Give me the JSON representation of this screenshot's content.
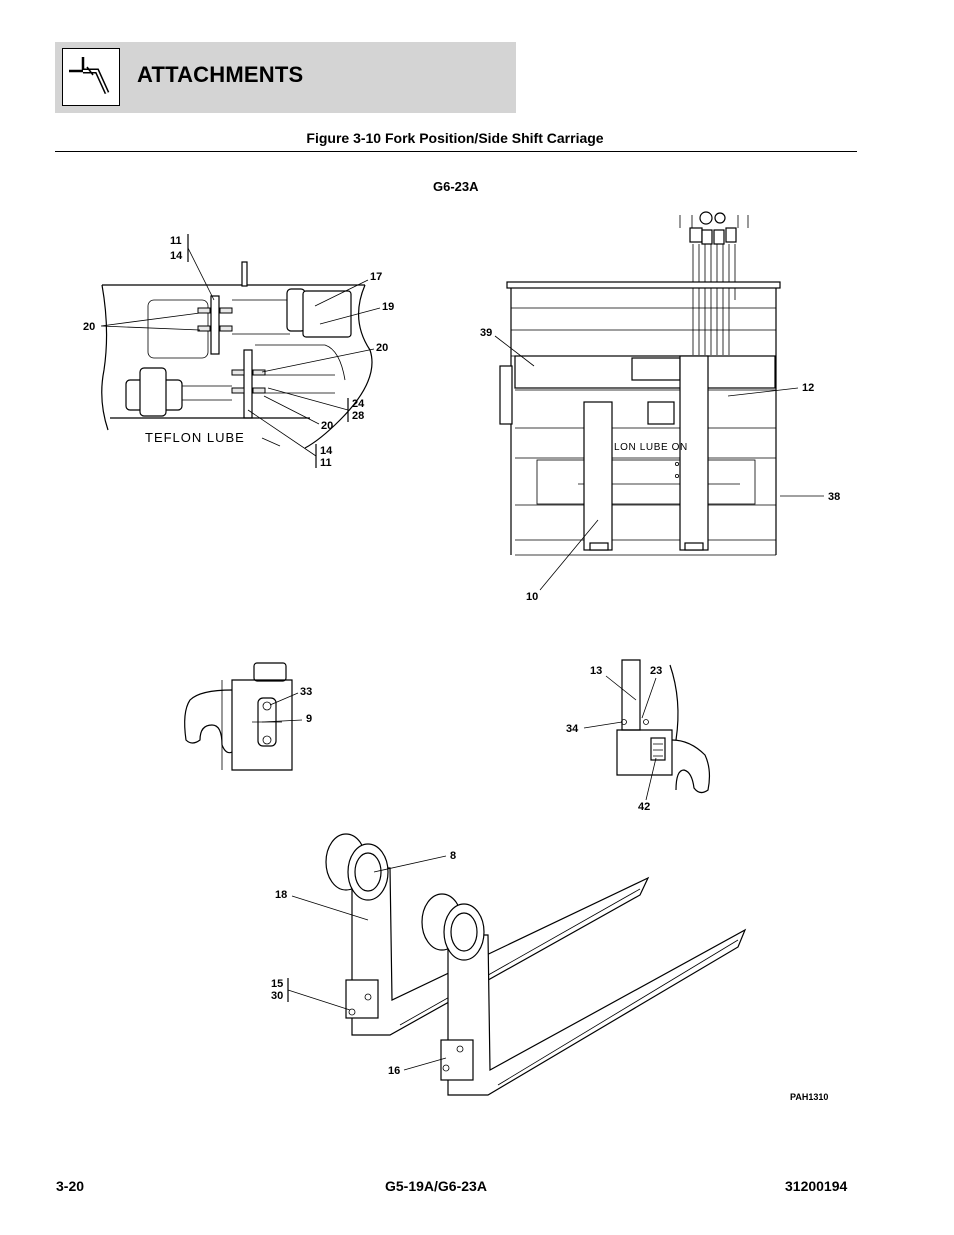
{
  "header": {
    "section_title": "ATTACHMENTS",
    "icon": "hydraulic-fitting-icon"
  },
  "figure": {
    "title": "Figure 3-10 Fork Position/Side Shift Carriage",
    "model": "G6-23A",
    "code": "PAH1310"
  },
  "callouts": {
    "d1": {
      "c11a": "11",
      "c14a": "14",
      "c17": "17",
      "c19": "19",
      "c20a": "20",
      "c20b": "20",
      "c20c": "20",
      "c24": "24",
      "c28": "28",
      "c14b": "14",
      "c11b": "11"
    },
    "d2": {
      "c39": "39",
      "c12": "12",
      "c38": "38",
      "c10": "10"
    },
    "d3": {
      "c33": "33",
      "c9": "9"
    },
    "d4": {
      "c13": "13",
      "c23": "23",
      "c34": "34",
      "c42": "42"
    },
    "d5": {
      "c8": "8",
      "c18": "18",
      "c15": "15",
      "c30": "30",
      "c16": "16"
    }
  },
  "stencil": {
    "teflon_big": "TEFLON LUBE",
    "teflon_small": "LON LUBE ON"
  },
  "footer": {
    "page": "3-20",
    "models": "G5-19A/G6-23A",
    "doc_number": "31200194"
  }
}
